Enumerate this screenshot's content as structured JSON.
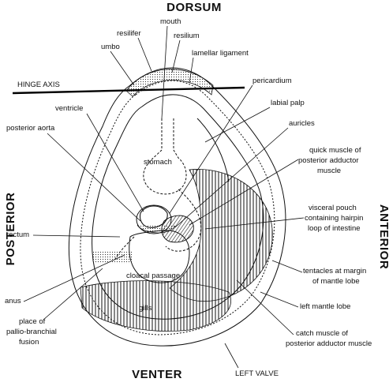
{
  "orientation": {
    "dorsum": "DORSUM",
    "venter": "VENTER",
    "posterior": "POSTERIOR",
    "anterior": "ANTERIOR",
    "hinge_axis": "HINGE AXIS"
  },
  "labels": {
    "mouth": "mouth",
    "resilifer": "resilifer",
    "resilium": "resilium",
    "umbo": "umbo",
    "lamellar_ligament": "lamellar ligament",
    "pericardium": "pericardium",
    "labial_palp": "labial palp",
    "ventricle": "ventricle",
    "auricles": "auricles",
    "posterior_aorta": "posterior aorta",
    "quick_muscle_1": "quick muscle of",
    "quick_muscle_2": "posterior adductor",
    "quick_muscle_3": "muscle",
    "stomach": "stomach",
    "visceral_1": "visceral pouch",
    "visceral_2": "containing hairpin",
    "visceral_3": "loop of intestine",
    "rectum": "rectum",
    "tentacles_1": "tentacles at margin",
    "tentacles_2": "of mantle lobe",
    "cloacal_passage": "cloacal passage",
    "anus": "anus",
    "left_mantle_lobe": "left mantle lobe",
    "gills": "gills",
    "place_1": "place of",
    "place_2": "pallio-branchial",
    "place_3": "fusion",
    "catch_muscle_1": "catch muscle of",
    "catch_muscle_2": "posterior adductor muscle",
    "left_valve": "LEFT VALVE"
  }
}
